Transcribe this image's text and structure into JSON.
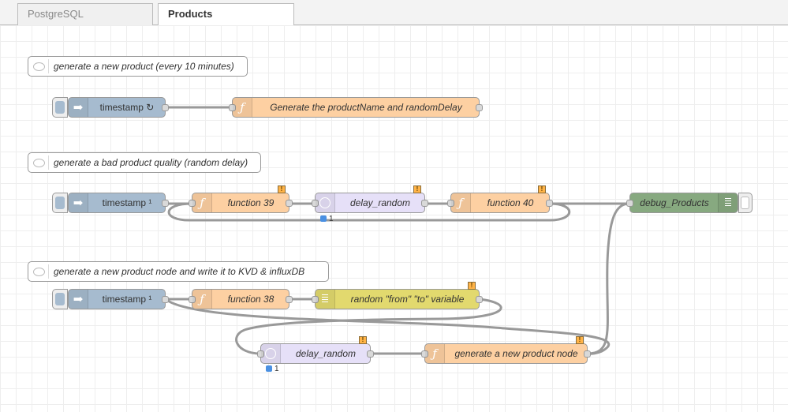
{
  "tabs": [
    {
      "label": "PostgreSQL",
      "active": false
    },
    {
      "label": "Products",
      "active": true
    }
  ],
  "comments": {
    "c1": "generate a new product (every 10 minutes)",
    "c2": "generate a bad product quality (random delay)",
    "c3": "generate a new product node and write it to KVD & influxDB"
  },
  "nodes": {
    "inject1": {
      "label": "timestamp ↻",
      "icon": "arrow-icon"
    },
    "func1": {
      "label": "Generate the productName and randomDelay",
      "icon": "function-icon"
    },
    "inject2": {
      "label": "timestamp ¹",
      "icon": "arrow-icon"
    },
    "func39": {
      "label": "function 39",
      "icon": "function-icon"
    },
    "delay1": {
      "label": "delay_random",
      "icon": "timer-icon"
    },
    "func40": {
      "label": "function 40",
      "icon": "function-icon"
    },
    "debug": {
      "label": "debug_Products",
      "icon": "list-icon"
    },
    "inject3": {
      "label": "timestamp ¹",
      "icon": "arrow-icon"
    },
    "func38": {
      "label": "function 38",
      "icon": "function-icon"
    },
    "change": {
      "label": "random \"from\" \"to\" variable",
      "icon": "list-icon"
    },
    "delay2": {
      "label": "delay_random",
      "icon": "timer-icon"
    },
    "func_gen": {
      "label": "generate a new product node",
      "icon": "function-icon"
    }
  },
  "status": {
    "delay1": "1",
    "delay2": "1"
  },
  "warning_symbol": "!",
  "colors": {
    "inject": "#a6bbcf",
    "function": "#fdd0a2",
    "delay": "#e6e0f8",
    "change": "#e2d96e",
    "debug": "#87a980",
    "wire": "#999999",
    "status_dot": "#4a90e2"
  }
}
